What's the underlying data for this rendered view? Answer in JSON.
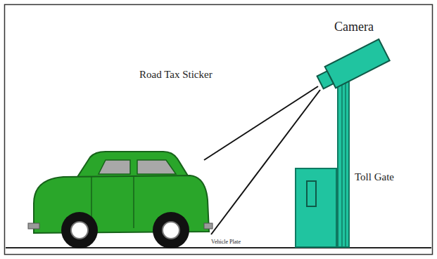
{
  "diagram": {
    "labels": [
      "Camera",
      "Road Tax Sticker",
      "Toll Gate",
      "Vehicle Plate"
    ]
  }
}
